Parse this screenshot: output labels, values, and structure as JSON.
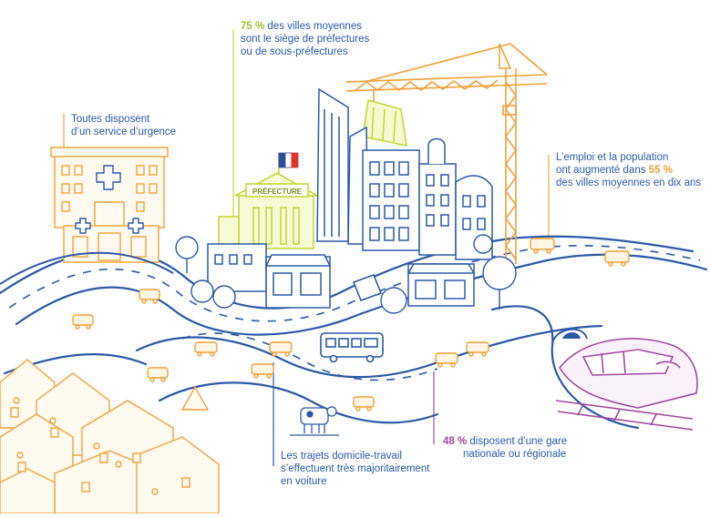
{
  "colors": {
    "blue": "#2c5aa8",
    "orange": "#f2a13a",
    "green": "#c6d83a",
    "purple": "#a24ca0",
    "flag_blue": "#2b4ea0",
    "flag_red": "#e2332f"
  },
  "icons": [
    "hospital-icon",
    "prefecture-icon",
    "crane-icon",
    "train-icon",
    "cow-icon",
    "old-town-icon",
    "bus-icon",
    "car-icon"
  ],
  "prefecture_sign": "PRÉFECTURE",
  "callouts": {
    "prefectures": {
      "pct": "75 %",
      "line1_rest": " des villes moyennes",
      "line2": "sont le siège de préfectures",
      "line3": "ou de sous-préfectures"
    },
    "urgence": {
      "line1": "Toutes disposent",
      "line2": "d’un service d’urgence"
    },
    "emploi": {
      "line1": "L’emploi et la population",
      "line2_pre": "ont augmenté dans ",
      "pct": "55 %",
      "line3": "des villes moyennes en dix ans"
    },
    "trajets": {
      "line1": "Les trajets domicile-travail",
      "line2": "s’effectuent très majoritairement",
      "line3": "en voiture"
    },
    "gare": {
      "pct": "48 %",
      "line1_rest": " disposent d’une gare",
      "line2": "nationale ou régionale"
    }
  }
}
